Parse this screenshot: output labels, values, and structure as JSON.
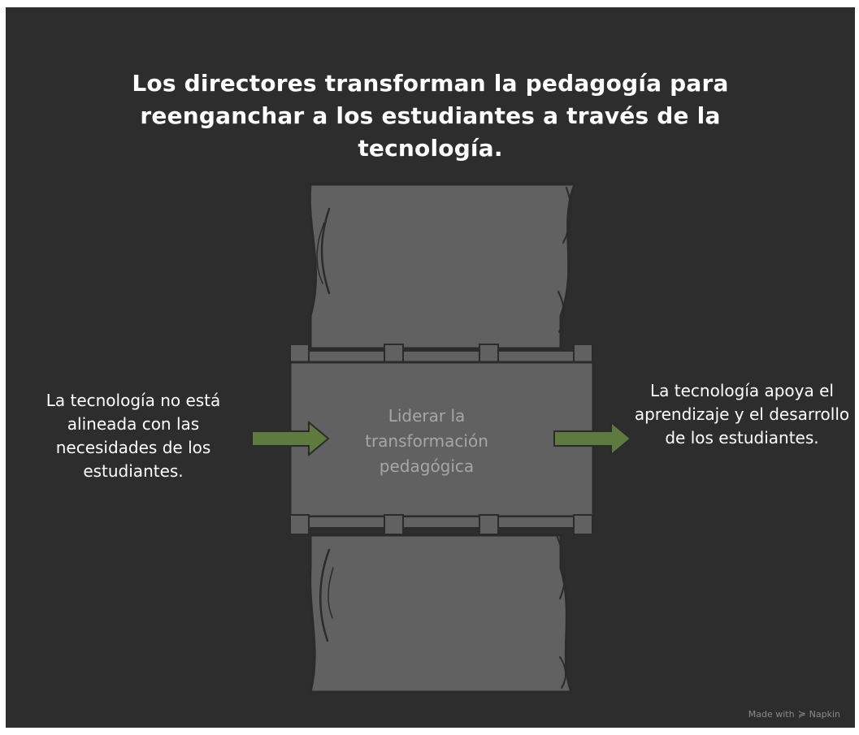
{
  "title": "Los directores transforman la pedagogía para reenganchar a los estudiantes a través de la tecnología.",
  "input": {
    "text": "La tecnología no está alineada con las necesidades de los estudiantes."
  },
  "process": {
    "text": "Liderar la transformación pedagógica"
  },
  "output": {
    "text": "La tecnología apoya el aprendizaje y el desarrollo de los estudiantes."
  },
  "watermark": {
    "prefix": "Made with",
    "brand": "Napkin",
    "icon": "napkin-logo-icon"
  },
  "colors": {
    "background": "#2d2d2d",
    "pipe": "#616161",
    "outline": "#2b2b2b",
    "arrow": "#5f7a3f",
    "title_text": "#ffffff",
    "center_text": "#a6a6a6"
  }
}
